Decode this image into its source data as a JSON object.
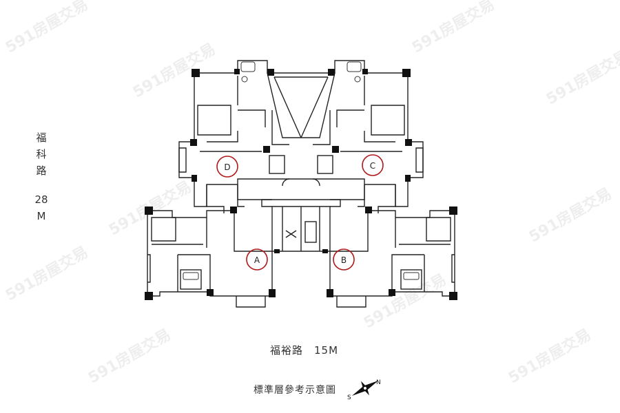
{
  "road_west": {
    "chars": [
      "福",
      "科",
      "路"
    ],
    "width_label": [
      "28",
      "M"
    ]
  },
  "road_south": "福裕路　15M",
  "caption": "標準層參考示意圖",
  "units": [
    {
      "id": "unit-a",
      "label": "A"
    },
    {
      "id": "unit-b",
      "label": "B"
    },
    {
      "id": "unit-c",
      "label": "C"
    },
    {
      "id": "unit-d",
      "label": "D"
    }
  ],
  "compass": {
    "north_letter": "N",
    "south_letter": "S"
  },
  "watermark": "591房屋交易",
  "colors": {
    "wall": "#111111",
    "line": "#222222",
    "unit_marker": "#b01818"
  }
}
